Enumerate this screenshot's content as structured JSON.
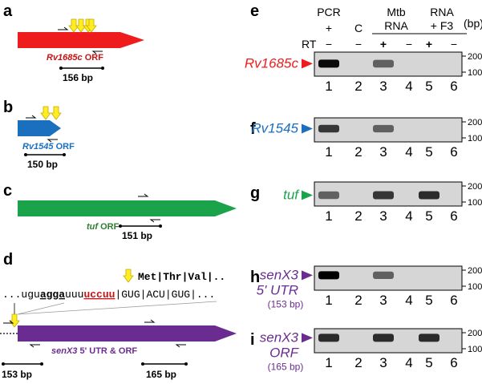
{
  "panel_letters": {
    "a": "a",
    "b": "b",
    "c": "c",
    "d": "d",
    "e": "e",
    "f": "f",
    "g": "g",
    "h": "h",
    "i": "i"
  },
  "colors": {
    "red": "#ee1c1c",
    "blue": "#1a6fbf",
    "green": "#1aa34a",
    "purple": "#6b2c91",
    "yellow": "#ffee22",
    "dark_green": "#2e7d32",
    "red_text": "#cc1111"
  },
  "gel_header": {
    "col_pcr": "PCR",
    "col_c": "C",
    "col_mtb": "Mtb",
    "col_rna": "RNA",
    "col_rnaf3_1": "RNA",
    "col_rnaf3_2": "+ F3",
    "row_rt": "RT",
    "plus": "+",
    "minus": "−",
    "bp_unit": "(bp)"
  },
  "lanes": [
    "1",
    "2",
    "3",
    "4",
    "5",
    "6"
  ],
  "markers": {
    "upper": "200",
    "lower": "100"
  },
  "genes": {
    "a": {
      "orf_italic": "Rv1685c",
      "orf_suffix": " ORF",
      "amplicon": "156 bp"
    },
    "b": {
      "orf_italic": "Rv1545",
      "orf_suffix": " ORF",
      "amplicon": "150 bp"
    },
    "c": {
      "orf_italic": "tuf",
      "orf_suffix": " ORF",
      "amplicon": "151 bp"
    },
    "d": {
      "orf_italic": "senX3",
      "orf_suffix": " 5' UTR & ORF",
      "amplicon_left": "153 bp",
      "amplicon_right": "165 bp"
    }
  },
  "sequence": {
    "aa": "Met|Thr|Val|..",
    "s1": "...ugu",
    "s2": "agga",
    "s3": "uuu",
    "s4": "uccuu",
    "s5": "|GUG|ACU|GUG|..."
  },
  "gels": {
    "e": {
      "label": "Rv1685c",
      "sub1": "",
      "sub2": ""
    },
    "f": {
      "label": "Rv1545",
      "sub1": "",
      "sub2": ""
    },
    "g": {
      "label": "tuf",
      "sub1": "",
      "sub2": ""
    },
    "h": {
      "label": "senX3",
      "sub1": "5' UTR",
      "sub2": "(153 bp)"
    },
    "i": {
      "label": "senX3",
      "sub1": "ORF",
      "sub2": "(165 bp)"
    }
  }
}
